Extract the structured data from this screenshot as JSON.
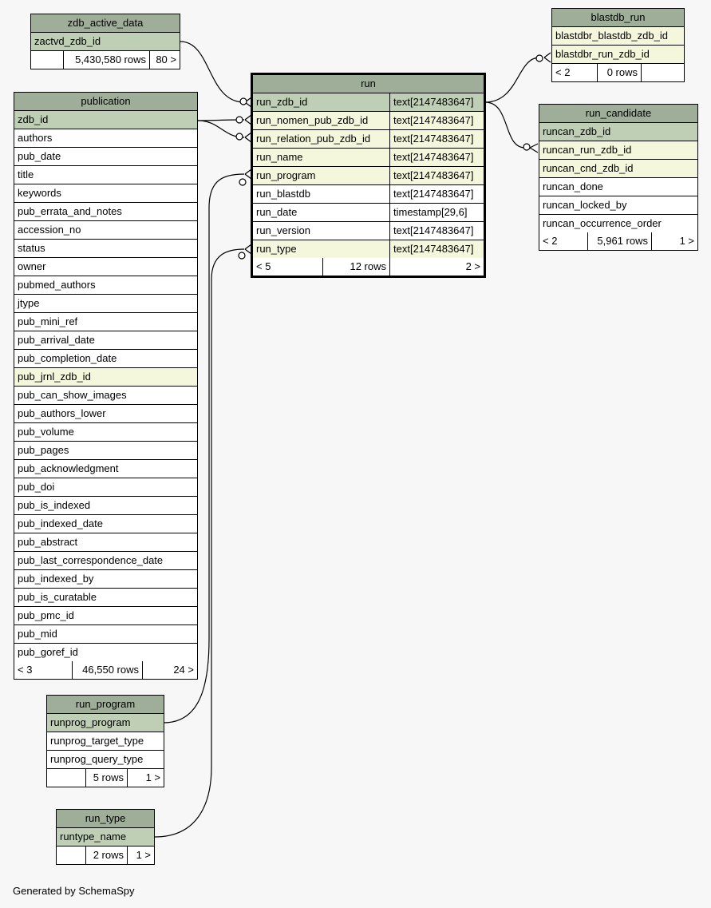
{
  "tables": {
    "zdb_active_data": {
      "name": "zdb_active_data",
      "columns": [
        {
          "name": "zactvd_zdb_id",
          "kind": "pk"
        }
      ],
      "footer": {
        "left": "",
        "rows": "5,430,580 rows",
        "right": "80 >"
      }
    },
    "publication": {
      "name": "publication",
      "columns": [
        {
          "name": "zdb_id",
          "kind": "pk"
        },
        {
          "name": "authors",
          "kind": "plain"
        },
        {
          "name": "pub_date",
          "kind": "plain"
        },
        {
          "name": "title",
          "kind": "plain"
        },
        {
          "name": "keywords",
          "kind": "plain"
        },
        {
          "name": "pub_errata_and_notes",
          "kind": "plain"
        },
        {
          "name": "accession_no",
          "kind": "plain"
        },
        {
          "name": "status",
          "kind": "plain"
        },
        {
          "name": "owner",
          "kind": "plain"
        },
        {
          "name": "pubmed_authors",
          "kind": "plain"
        },
        {
          "name": "jtype",
          "kind": "plain"
        },
        {
          "name": "pub_mini_ref",
          "kind": "plain"
        },
        {
          "name": "pub_arrival_date",
          "kind": "plain"
        },
        {
          "name": "pub_completion_date",
          "kind": "plain"
        },
        {
          "name": "pub_jrnl_zdb_id",
          "kind": "fk"
        },
        {
          "name": "pub_can_show_images",
          "kind": "plain"
        },
        {
          "name": "pub_authors_lower",
          "kind": "plain"
        },
        {
          "name": "pub_volume",
          "kind": "plain"
        },
        {
          "name": "pub_pages",
          "kind": "plain"
        },
        {
          "name": "pub_acknowledgment",
          "kind": "plain"
        },
        {
          "name": "pub_doi",
          "kind": "plain"
        },
        {
          "name": "pub_is_indexed",
          "kind": "plain"
        },
        {
          "name": "pub_indexed_date",
          "kind": "plain"
        },
        {
          "name": "pub_abstract",
          "kind": "plain"
        },
        {
          "name": "pub_last_correspondence_date",
          "kind": "plain"
        },
        {
          "name": "pub_indexed_by",
          "kind": "plain"
        },
        {
          "name": "pub_is_curatable",
          "kind": "plain"
        },
        {
          "name": "pub_pmc_id",
          "kind": "plain"
        },
        {
          "name": "pub_mid",
          "kind": "plain"
        },
        {
          "name": "pub_goref_id",
          "kind": "plain"
        }
      ],
      "footer": {
        "left": "< 3",
        "rows": "46,550 rows",
        "right": "24 >"
      }
    },
    "run": {
      "name": "run",
      "columns": [
        {
          "name": "run_zdb_id",
          "type": "text[2147483647]",
          "kind": "pk"
        },
        {
          "name": "run_nomen_pub_zdb_id",
          "type": "text[2147483647]",
          "kind": "fk"
        },
        {
          "name": "run_relation_pub_zdb_id",
          "type": "text[2147483647]",
          "kind": "fk"
        },
        {
          "name": "run_name",
          "type": "text[2147483647]",
          "kind": "fk"
        },
        {
          "name": "run_program",
          "type": "text[2147483647]",
          "kind": "fk"
        },
        {
          "name": "run_blastdb",
          "type": "text[2147483647]",
          "kind": "plain"
        },
        {
          "name": "run_date",
          "type": "timestamp[29,6]",
          "kind": "plain"
        },
        {
          "name": "run_version",
          "type": "text[2147483647]",
          "kind": "plain"
        },
        {
          "name": "run_type",
          "type": "text[2147483647]",
          "kind": "fk"
        }
      ],
      "footer": {
        "left": "< 5",
        "rows": "12 rows",
        "right": "2 >"
      }
    },
    "blastdb_run": {
      "name": "blastdb_run",
      "columns": [
        {
          "name": "blastdbr_blastdb_zdb_id",
          "kind": "fk"
        },
        {
          "name": "blastdbr_run_zdb_id",
          "kind": "fk"
        }
      ],
      "footer": {
        "left": "< 2",
        "rows": "0 rows",
        "right": ""
      }
    },
    "run_candidate": {
      "name": "run_candidate",
      "columns": [
        {
          "name": "runcan_zdb_id",
          "kind": "pk"
        },
        {
          "name": "runcan_run_zdb_id",
          "kind": "fk"
        },
        {
          "name": "runcan_cnd_zdb_id",
          "kind": "fk"
        },
        {
          "name": "runcan_done",
          "kind": "plain"
        },
        {
          "name": "runcan_locked_by",
          "kind": "plain"
        },
        {
          "name": "runcan_occurrence_order",
          "kind": "plain"
        }
      ],
      "footer": {
        "left": "< 2",
        "rows": "5,961 rows",
        "right": "1 >"
      }
    },
    "run_program": {
      "name": "run_program",
      "columns": [
        {
          "name": "runprog_program",
          "kind": "pk"
        },
        {
          "name": "runprog_target_type",
          "kind": "plain"
        },
        {
          "name": "runprog_query_type",
          "kind": "plain"
        }
      ],
      "footer": {
        "left": "",
        "rows": "5 rows",
        "right": "1 >"
      }
    },
    "run_type": {
      "name": "run_type",
      "columns": [
        {
          "name": "runtype_name",
          "kind": "pk"
        }
      ],
      "footer": {
        "left": "",
        "rows": "2 rows",
        "right": "1 >"
      }
    }
  },
  "footer_text": "Generated by SchemaSpy",
  "colors": {
    "header": "#9eae98",
    "primary_key_row": "#bfcfb6",
    "foreign_key_row": "#f4f7dc",
    "plain_row": "#ffffff",
    "background": "#f7f7f7"
  }
}
